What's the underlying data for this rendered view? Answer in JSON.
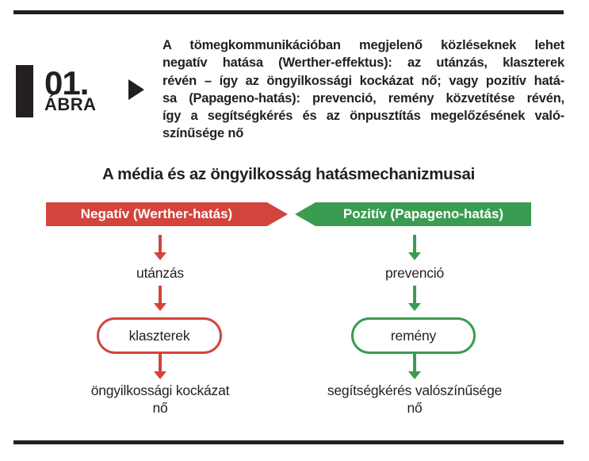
{
  "figure": {
    "number": "01.",
    "label": "ÁBRA",
    "caption_lines": [
      "A tömegkommunikációban megjelenő közléseknek lehet",
      "negatív hatása (Werther-effektus): az utánzás, klaszterek",
      "révén – így az öngyilkossági kockázat nő; vagy pozitív hatá-",
      "sa (Papageno-hatás): prevenció, remény közvetítése révén,",
      "így a segítségkérés és az önpusztítás megelőzésének való-",
      "színűsége nő"
    ]
  },
  "diagram": {
    "title": "A média és az öngyilkosság hatásmechanizmusai",
    "negative": {
      "banner": "Negatív (Werther-hatás)",
      "step1": "utánzás",
      "node": "klaszterek",
      "outcome_line1": "öngyilkossági kockázat",
      "outcome_line2": "nő"
    },
    "positive": {
      "banner": "Pozitív (Papageno-hatás)",
      "step1": "prevenció",
      "node": "remény",
      "outcome_line1": "segítségkérés valószínűsége",
      "outcome_line2": "nő"
    }
  },
  "colors": {
    "negative_red": "#d2443c",
    "positive_green": "#3a9c51",
    "ink_black": "#231f20",
    "background": "#ffffff"
  }
}
